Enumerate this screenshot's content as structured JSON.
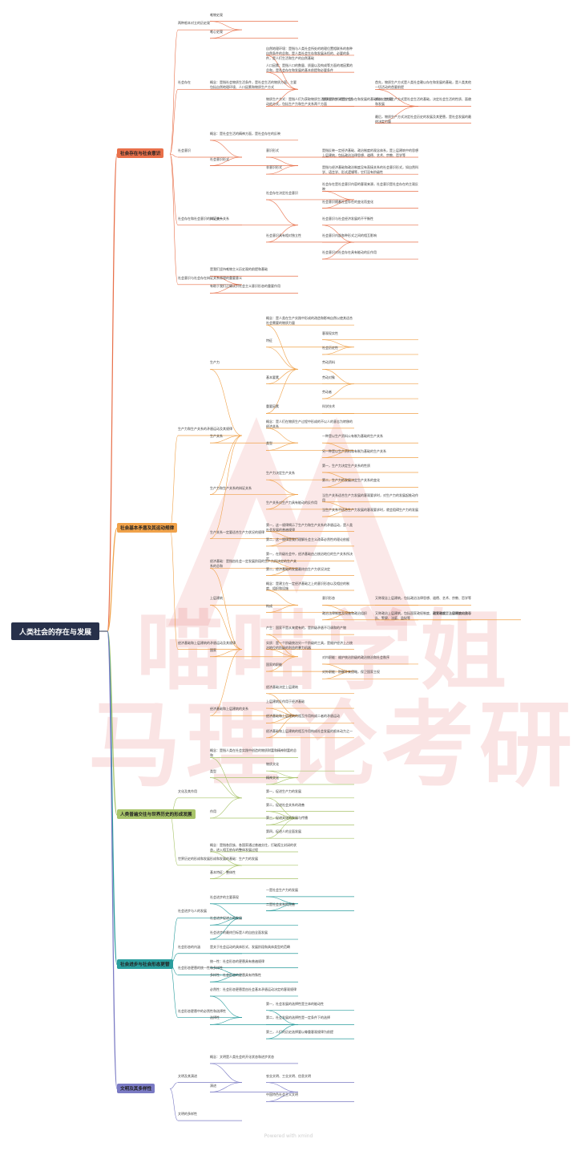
{
  "root_title": "人类社会的存在与发展",
  "footer": "Powered with xmind",
  "watermark": {
    "line1": "喵喵学姐",
    "line2": "马理论考研"
  },
  "branches": [
    {
      "title": "社会存在与社会意识",
      "color": "#e8704a",
      "children": [
        {
          "text": "两种根本对立的历史观",
          "children": [
            {
              "text": "唯物史观"
            },
            {
              "text": "唯心史观"
            }
          ]
        },
        {
          "text": "社会存在",
          "children": [
            {
              "text": "概念：是指社会物质生活条件，是社会生活的物质方面，主要包括自然地理环境、人口因素和物质生产方式",
              "children": [
                {
                  "text": "自然地理环境：是指与人类社会所处的地理位置相联系的各种自然条件的总和，是人类社会生存和发展永恒的、必要的条件，是人们生活和生产的自然基础"
                },
                {
                  "text": "人口因素：是指人口的数量、质量以及构成等方面的诸因素的总和，是社会存在和发展的基本前提和必要条件"
                },
                {
                  "text": "物质生产方式：是指人们为获取物质生活资料而进行的生产活动的方式，包括生产力和生产关系两个方面",
                  "children": [
                    {
                      "text": "物质生产方式是社会存在和发展的基础和决定力量",
                      "children": [
                        {
                          "text": "首先，物质生产方式是人类社会赖以存在和发展的基础，是人类其他一切活动的首要前提"
                        },
                        {
                          "text": "其次，物质生产方式是社会生活的基础，决定社会生活的性质、面貌和发展"
                        },
                        {
                          "text": "最后，物质生产方式决定社会历史的发展及其更替，是社会发展的最终决定力量"
                        }
                      ]
                    }
                  ]
                }
              ]
            }
          ]
        },
        {
          "text": "社会意识",
          "children": [
            {
              "text": "概念：是社会生活的精神方面，是社会存在的反映"
            },
            {
              "text": "社会意识形式",
              "children": [
                {
                  "text": "意识形式",
                  "children": [
                    {
                      "text": "是指反映一定经济基础、政治制度的观念体系，是上层建筑中的思想上层建筑，包括政治法律思想、道德、艺术、宗教、哲学等"
                    }
                  ]
                },
                {
                  "text": "非意识形式",
                  "children": [
                    {
                      "text": "是指与经济基础和政治制度没有直接关系的社会意识形式，如自然科学、语言学、形式逻辑等，它们没有阶级性"
                    }
                  ]
                }
              ]
            }
          ]
        },
        {
          "text": "社会存在和社会意识的辩证关系",
          "children": [
            {
              "text": "辩证统一关系",
              "children": [
                {
                  "text": "社会存在决定社会意识",
                  "children": [
                    {
                      "text": "社会存在是社会意识内容的客观来源，社会意识是社会存在的主观反映"
                    },
                    {
                      "text": "社会意识随着社会存在的变化而变化"
                    }
                  ]
                },
                {
                  "text": "社会意识具有相对独立性",
                  "children": [
                    {
                      "text": "社会意识与社会经济发展的不平衡性"
                    },
                    {
                      "text": "社会意识内部各种形式之间的相互影响"
                    },
                    {
                      "text": "社会意识对社会存在具有能动的反作用"
                    }
                  ]
                }
              ]
            }
          ]
        },
        {
          "text": "社会意识与社会存在辩证关系原理的重要意义",
          "children": [
            {
              "text": "是我们坚持唯物主义历史观的前提和基础"
            },
            {
              "text": "有助于我们正确认识社会主义意识形态的重要作用"
            }
          ]
        }
      ]
    },
    {
      "title": "社会基本矛盾及其运动规律",
      "color": "#f0a24a",
      "children": [
        {
          "text": "生产力和生产关系的矛盾运动及其规律",
          "children": [
            {
              "text": "生产力",
              "children": [
                {
                  "text": "概念：是人类在生产实践中形成的改造和影响自然以使其适合社会需要的物质力量"
                },
                {
                  "text": "特征",
                  "children": [
                    {
                      "text": "客观现实性"
                    },
                    {
                      "text": "社会历史性"
                    }
                  ]
                },
                {
                  "text": "基本要素",
                  "children": [
                    {
                      "text": "劳动资料"
                    },
                    {
                      "text": "劳动对象"
                    },
                    {
                      "text": "劳动者"
                    }
                  ]
                },
                {
                  "text": "重要因素",
                  "children": [
                    {
                      "text": "科学技术"
                    }
                  ]
                }
              ]
            },
            {
              "text": "生产关系",
              "children": [
                {
                  "text": "概念：是人们在物质生产过程中形成的不以人的意志为转移的经济关系"
                },
                {
                  "text": "类型",
                  "children": [
                    {
                      "text": "一种是以生产资料公有制为基础的生产关系"
                    },
                    {
                      "text": "另一种是以生产资料私有制为基础的生产关系"
                    }
                  ]
                }
              ]
            },
            {
              "text": "生产力和生产关系的辩证关系",
              "children": [
                {
                  "text": "生产力决定生产关系",
                  "children": [
                    {
                      "text": "第一，生产力决定生产关系的性质"
                    },
                    {
                      "text": "第二，生产力的发展决定生产关系的变化"
                    }
                  ]
                },
                {
                  "text": "生产关系对生产力具有能动的反作用",
                  "children": [
                    {
                      "text": "当生产关系适合生产力发展的客观要求时，对生产力的发展起推动作用"
                    },
                    {
                      "text": "当生产关系不适合生产力发展的客观要求时，就会阻碍生产力的发展"
                    }
                  ]
                }
              ]
            },
            {
              "text": "生产关系一定要适合生产力状况的规律",
              "children": [
                {
                  "text": "第一，这一规律揭示了生产力和生产关系的矛盾运动，是人类社会发展的普遍规律"
                },
                {
                  "text": "第二，这一规律是我们理解社会主义改革必然性的理论依据"
                }
              ]
            }
          ]
        },
        {
          "text": "经济基础和上层建筑的矛盾运动及其规律",
          "children": [
            {
              "text": "经济基础：是指由社会一定发展阶段的生产力所决定的生产关系的总和",
              "children": [
                {
                  "text": "第一，在阶级社会中，经济基础由占统治地位的生产关系所决定"
                },
                {
                  "text": "第二，经济基础的发展最终由生产力状况决定"
                }
              ]
            },
            {
              "text": "上层建筑",
              "children": [
                {
                  "text": "概念：是建立在一定经济基础之上的意识形态以及相应的制度、组织和设施"
                },
                {
                  "text": "构成",
                  "children": [
                    {
                      "text": "意识形态",
                      "children": [
                        {
                          "text": "又称观念上层建筑，包括政治法律思想、道德、艺术、宗教、哲学等"
                        }
                      ]
                    },
                    {
                      "text": "政治法律制度及设施和政治组织",
                      "children": [
                        {
                          "text": "又称政治上层建筑，包括国家政权制度、政党制度、法律制度以及军队、警察、法庭、监狱等",
                          "children": [
                            {
                              "text": "国家政权是上层建筑的核心"
                            }
                          ]
                        }
                      ]
                    }
                  ]
                }
              ]
            },
            {
              "text": "国家",
              "children": [
                {
                  "text": "产生：国家不是从来就有的，是阶级矛盾不可调和的产物"
                },
                {
                  "text": "实质：是一个阶级统治另一个阶级的工具，是维护经济上占统治地位的阶级的利益的暴力机器"
                },
                {
                  "text": "国家的职能",
                  "children": [
                    {
                      "text": "对内职能：维护统治阶级的政治统治和社会秩序"
                    },
                    {
                      "text": "对外职能：防御外来侵略，保卫国家主权"
                    }
                  ]
                }
              ]
            },
            {
              "text": "经济基础和上层建筑的关系",
              "children": [
                {
                  "text": "经济基础决定上层建筑"
                },
                {
                  "text": "上层建筑反作用于经济基础"
                },
                {
                  "text": "经济基础和上层建筑的相互作用构成二者的矛盾运动"
                },
                {
                  "text": "经济基础和上层建筑的相互作用构成社会发展的根本动力之一"
                }
              ]
            }
          ]
        }
      ]
    },
    {
      "title": "人类普遍交往与世界历史的形成发展",
      "color": "#a8c46a",
      "children": [
        {
          "text": "文化及其作用",
          "children": [
            {
              "text": "概念：是指人类在社会实践中创造的物质财富和精神财富的总和"
            },
            {
              "text": "类型",
              "children": [
                {
                  "text": "物质文化"
                },
                {
                  "text": "精神文化"
                }
              ]
            },
            {
              "text": "作用",
              "children": [
                {
                  "text": "第一，促进生产力的发展"
                },
                {
                  "text": "第二，促进社会关系的改善"
                },
                {
                  "text": "第三，促进文化的发展与传播"
                },
                {
                  "text": "第四，促进人的全面发展"
                }
              ]
            }
          ]
        },
        {
          "text": "世界历史的形成和发展",
          "children": [
            {
              "text": "概念：是指各民族、各国家通过普遍交往，打破孤立封闭的状态，进入相互依存的整体发展过程"
            },
            {
              "text": "形成和发展的基础：生产力的发展"
            },
            {
              "text": "基本特征：整体性"
            }
          ]
        }
      ]
    },
    {
      "title": "社会进步与社会形态更替",
      "color": "#2a9d9d",
      "children": [
        {
          "text": "社会进步与人的发展",
          "children": [
            {
              "text": "社会进步的主要表现",
              "children": [
                {
                  "text": "一是社会生产力的发展"
                },
                {
                  "text": "二是社会关系的完善"
                }
              ]
            },
            {
              "text": "社会进步促进人的发展"
            },
            {
              "text": "社会进步的最终目标是人的自由全面发展"
            }
          ]
        },
        {
          "text": "社会形态的内涵",
          "children": [
            {
              "text": "是关于社会运动的具体形式、发展阶段和具体类型的范畴"
            }
          ]
        },
        {
          "text": "社会形态更替的统一性和多样性",
          "children": [
            {
              "text": "统一性：社会形态的更替具有普遍规律"
            },
            {
              "text": "多样性：社会形态的更替具有特殊性"
            }
          ]
        },
        {
          "text": "社会形态更替中的必然性和选择性",
          "children": [
            {
              "text": "必然性：社会形态更替是由社会基本矛盾运动决定的客观规律"
            },
            {
              "text": "选择性",
              "children": [
                {
                  "text": "第一，社会发展的选择性是主体的能动性"
                },
                {
                  "text": "第二，社会发展的选择性是一定条件下的选择"
                },
                {
                  "text": "第三，人们的历史选择要以尊重客观规律为前提"
                }
              ]
            }
          ]
        }
      ]
    },
    {
      "title": "文明及其多样性",
      "color": "#7a7ac4",
      "children": [
        {
          "text": "文明及其演进",
          "children": [
            {
              "text": "概念：文明是人类社会的开化状态和进步状态"
            },
            {
              "text": "演进",
              "children": [
                {
                  "text": "农业文明、工业文明、信息文明"
                },
                {
                  "text": "中国特色社会主义文明"
                }
              ]
            }
          ]
        },
        {
          "text": "文明的多样性"
        }
      ]
    }
  ]
}
